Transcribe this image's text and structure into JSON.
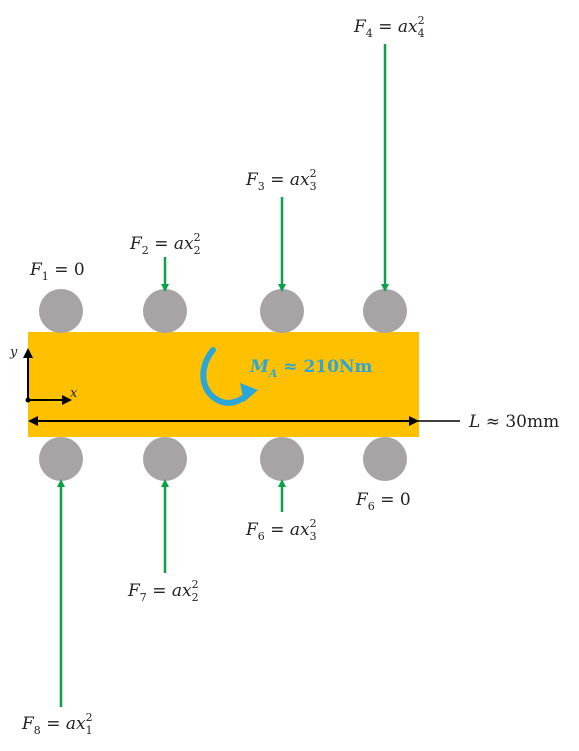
{
  "colors": {
    "beam": "#ffc000",
    "roller": "#a6a4a4",
    "force_arrow": "#0aa14a",
    "moment": "#2aa7d8",
    "line": "#000000",
    "text": "#222222"
  },
  "icons": {
    "moment": "curved-moment-arrow-icon",
    "force": "force-arrow-icon",
    "roller": "roller-circle-icon",
    "axes": "coordinate-axes-icon"
  },
  "labels": {
    "F1": {
      "name": "F",
      "index": "1",
      "eq": " = ",
      "value": "0",
      "sup": ""
    },
    "F2": {
      "name": "F",
      "index": "2",
      "eq": " = ",
      "value": "ax",
      "vsub": "2",
      "sup": "2"
    },
    "F3": {
      "name": "F",
      "index": "3",
      "eq": " = ",
      "value": "ax",
      "vsub": "3",
      "sup": "2"
    },
    "F4": {
      "name": "F",
      "index": "4",
      "eq": " = ",
      "value": "ax",
      "vsub": "4",
      "sup": "2"
    },
    "F6_bottom_right": {
      "name": "F",
      "index": "6",
      "eq": " = ",
      "value": "0",
      "sup": ""
    },
    "F6_bottom_mid": {
      "name": "F",
      "index": "6",
      "eq": " = ",
      "value": "ax",
      "vsub": "3",
      "sup": "2"
    },
    "F7": {
      "name": "F",
      "index": "7",
      "eq": " = ",
      "value": "ax",
      "vsub": "2",
      "sup": "2"
    },
    "F8": {
      "name": "F",
      "index": "8",
      "eq": " = ",
      "value": "ax",
      "vsub": "1",
      "sup": "2"
    }
  },
  "moment": {
    "symbol": "M",
    "sub": "A",
    "approx": " ≈ ",
    "value": "210Nm"
  },
  "length": {
    "symbol": "L",
    "approx": " ≈ ",
    "value": "30mm"
  },
  "axes": {
    "x": "x",
    "y": "y"
  }
}
